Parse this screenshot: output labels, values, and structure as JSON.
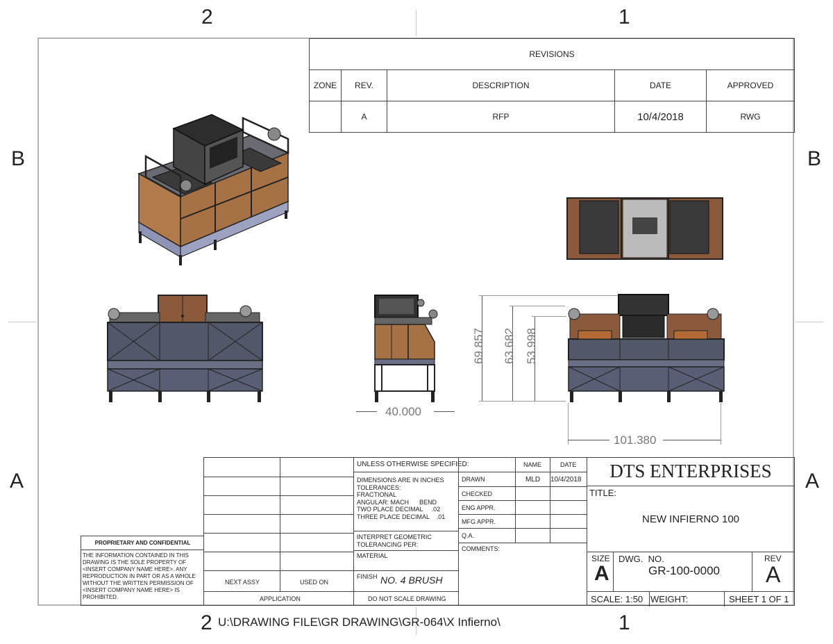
{
  "zones": {
    "top": [
      "2",
      "1"
    ],
    "bottom": [
      "2",
      "1"
    ],
    "left": [
      "B",
      "A"
    ],
    "right": [
      "B",
      "A"
    ]
  },
  "revisions": {
    "title": "REVISIONS",
    "headers": [
      "ZONE",
      "REV.",
      "DESCRIPTION",
      "DATE",
      "APPROVED"
    ],
    "rows": [
      {
        "zone": "",
        "rev": "A",
        "description": "RFP",
        "date": "10/4/2018",
        "approved": "RWG"
      }
    ]
  },
  "dimensions": {
    "width_side": "40.000",
    "height_overall": "69.857",
    "height_mid": "63.682",
    "height_low": "53.998",
    "length": "101.380"
  },
  "file_path": "U:\\DRAWING FILE\\GR DRAWING\\GR-064\\X Infierno\\",
  "proprietary": {
    "heading": "PROPRIETARY AND CONFIDENTIAL",
    "lines": [
      "THE INFORMATION CONTAINED IN THIS",
      "DRAWING IS THE SOLE PROPERTY OF",
      "<INSERT COMPANY NAME HERE>.  ANY",
      "REPRODUCTION IN PART OR AS A WHOLE",
      "WITHOUT THE WRITTEN PERMISSION OF",
      "<INSERT COMPANY NAME HERE> IS",
      "PROHIBITED."
    ]
  },
  "application": {
    "next_assy": "NEXT ASSY",
    "used_on": "USED ON",
    "label": "APPLICATION"
  },
  "specs": {
    "unless": "UNLESS OTHERWISE SPECIFIED:",
    "dims_lines": [
      "DIMENSIONS ARE IN INCHES",
      "TOLERANCES:",
      "FRACTIONAL",
      "ANGULAR: MACH      BEND",
      "TWO PLACE DECIMAL     .02",
      "THREE PLACE DECIMAL    .01"
    ],
    "interpret_lines": [
      "INTERPRET GEOMETRIC",
      "TOLERANCING PER:"
    ],
    "material": "MATERIAL",
    "finish_label": "FINISH",
    "finish_value": "NO. 4 BRUSH",
    "no_scale": "DO NOT SCALE DRAWING"
  },
  "approvals": {
    "name_hdr": "NAME",
    "date_hdr": "DATE",
    "rows": [
      {
        "label": "DRAWN",
        "name": "MLD",
        "date": "10/4/2018"
      },
      {
        "label": "CHECKED",
        "name": "",
        "date": ""
      },
      {
        "label": "ENG APPR.",
        "name": "",
        "date": ""
      },
      {
        "label": "MFG APPR.",
        "name": "",
        "date": ""
      },
      {
        "label": "Q.A.",
        "name": "",
        "date": ""
      }
    ],
    "comments": "COMMENTS:"
  },
  "title_block": {
    "company": "DTS ENTERPRISES",
    "title_label": "TITLE:",
    "title": "NEW INFIERNO 100",
    "size_label": "SIZE",
    "size": "A",
    "dwg_label": "DWG.  NO.",
    "dwg_no": "GR-100-0000",
    "rev_label": "REV",
    "rev": "A",
    "scale": "SCALE: 1:50",
    "weight": "WEIGHT:",
    "sheet": "SHEET 1 OF 1"
  }
}
